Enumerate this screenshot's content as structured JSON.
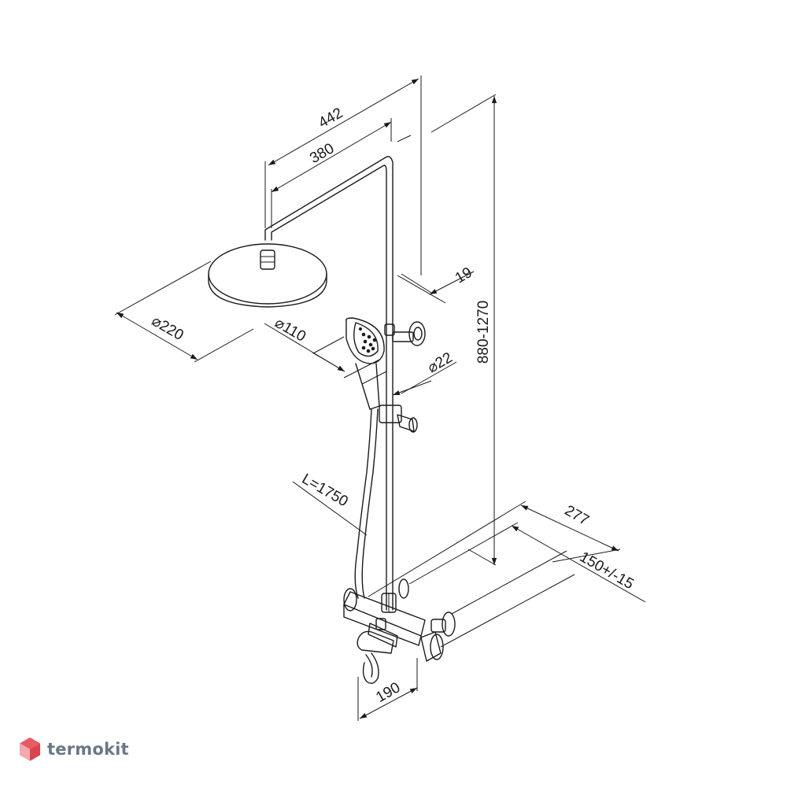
{
  "dimensions": {
    "arm_length_outer": "442",
    "arm_length_inner": "380",
    "wall_offset": "19",
    "height_range": "880-1270",
    "head_diameter": "⌀220",
    "hand_shower_diameter": "⌀110",
    "bar_diameter": "⌀22",
    "hose_length": "L=1750",
    "depth_277": "277",
    "connection_spacing": "150+/-15",
    "spout_projection": "190"
  },
  "watermark": {
    "brand": "termokit",
    "icon": "hexagon-cube-icon",
    "colors": {
      "top": "#e85a64",
      "left": "#f2a9ae",
      "right": "#d94452",
      "text": "#6b7787"
    }
  },
  "colors": {
    "line": "#1a1a1a",
    "background": "#ffffff"
  }
}
